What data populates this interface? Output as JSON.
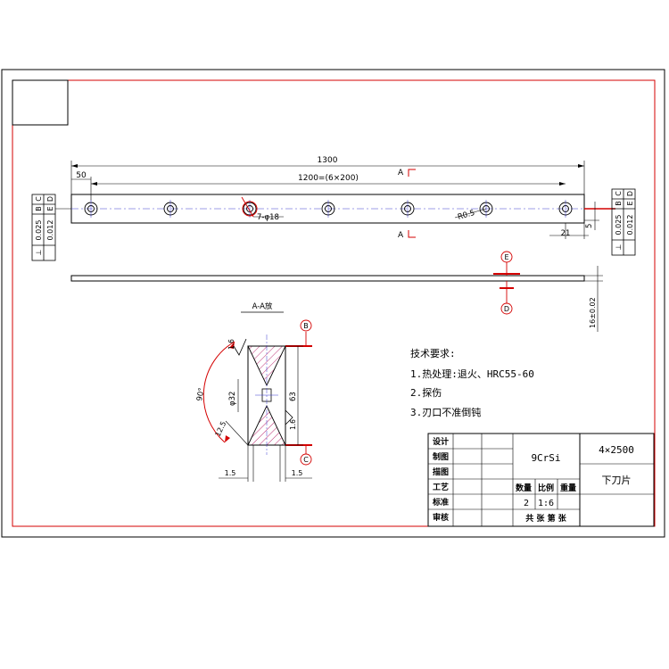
{
  "main_view": {
    "overall_length": "1300",
    "pitch_dim": "1200=(6×200)",
    "end_offset": "50",
    "hole_callout": "7-φ18",
    "corner_radius": "R0.5",
    "edge_dim": "21",
    "height_dim": "5",
    "section_mark_top": "A",
    "section_mark_bottom": "A"
  },
  "tolerance_frames": {
    "left": {
      "rows": [
        [
          "⊥",
          "0.025",
          "B",
          "C"
        ],
        [
          "",
          "0.012",
          "E",
          "D"
        ]
      ]
    },
    "right": {
      "rows": [
        [
          "⊥",
          "0.025",
          "B",
          "C"
        ],
        [
          "",
          "0.012",
          "E",
          "D"
        ]
      ]
    }
  },
  "side_view": {
    "datum_top": "E",
    "datum_bottom": "D",
    "thickness_dim": "16±0.02"
  },
  "section_view": {
    "title": "A-A放",
    "angle": "90°",
    "hole_dim": "φ32",
    "height_dim": "63",
    "chamfer_dim": "12.5",
    "rough_top": "1.6",
    "rough_right": "1.6",
    "width_left": "1.5",
    "width_right": "1.5",
    "datum_top": "B",
    "datum_bottom": "C"
  },
  "tech_requirements": {
    "title": "技术要求:",
    "items": [
      "1.热处理:退火、HRC55-60",
      "2.探伤",
      "3.刃口不准倒钝"
    ]
  },
  "title_block": {
    "row_labels": [
      "设计",
      "制图",
      "描图",
      "工艺",
      "标准",
      "审核"
    ],
    "material": "9CrSi",
    "size": "4×2500",
    "part_name": "下刀片",
    "col_headers": [
      "数量",
      "比例",
      "重量"
    ],
    "quantity": "2",
    "scale": "1:6",
    "footer": "共 张 第 张"
  },
  "colors": {
    "frame": "#d40000",
    "line": "#000000",
    "center_line": "#3a3acf"
  }
}
